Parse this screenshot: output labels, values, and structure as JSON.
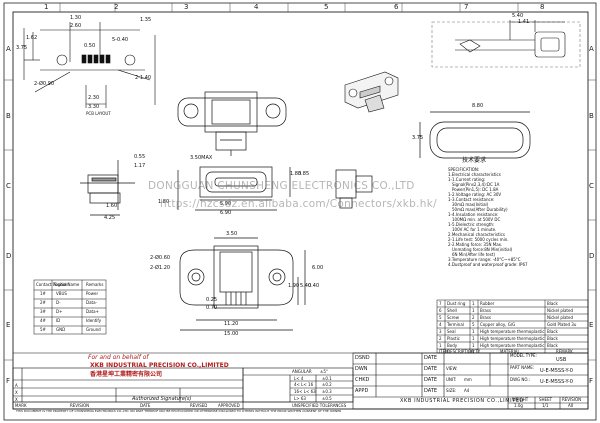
{
  "frame": {
    "columns_top": [
      "1",
      "2",
      "3",
      "4",
      "5",
      "6",
      "7",
      "8"
    ],
    "rows_left": [
      "A",
      "B",
      "C",
      "D",
      "E",
      "F"
    ]
  },
  "dims": {
    "pcb": {
      "d135": "1.35",
      "d130": "1.30",
      "d260": "2.60",
      "d162": "1.62",
      "d375": "3.75",
      "d540": "5-0.40",
      "d050": "0.50",
      "d140": "2-1.40",
      "d090": "2-Ø0.90",
      "d230": "2.30",
      "d330": "3.30",
      "label": "PCB LAYOUT"
    },
    "top_right": {
      "d540": "5.40",
      "d141": "1.41"
    },
    "right_face": {
      "d880": "8.80",
      "d375": "3.75"
    },
    "side": {
      "d055": "0.55",
      "d117": "1.17",
      "d160": "1.60",
      "d425": "4.25"
    },
    "front": {
      "d350max": "3.50MAX",
      "d180": "1.80",
      "d385": "3.85",
      "d590": "5.90",
      "d690": "6.90",
      "d180v": "1.80"
    },
    "bottom": {
      "d350": "3.50",
      "d060": "2-Ø0.60",
      "d120": "2-Ø1.20",
      "d600": "6.00",
      "d190": "1.90",
      "d540": "5.40",
      "d040": "0.40",
      "d025": "0.25",
      "d070": "0.70",
      "d1120": "11.20",
      "d1500": "15.00"
    }
  },
  "spec": {
    "title": "技术要求",
    "lines": [
      "SPECIFICATION:",
      "1.Electrical characteristics",
      "  1-1.Current rating:",
      "    Signal(Pins2,3,4):DC 1A",
      "    Power(Pin1,5): DC 1.8A",
      "  1-2.Voltage rating: AC 30V",
      "  1-3.Contact resistance:",
      "    30mΩ max(Initial)",
      "    50mΩ max(After Durability)",
      "  1-4.Insulation resistance:",
      "    100MΩ min. at 500V DC",
      "  1-5.Dielectric strength:",
      "    100V AC for 1 minute.",
      "2.Mechanical characteristics",
      "  2-1.Life test: 5000 cycles min.",
      "  2-2.Mating force: 35N Max.",
      "    Unmating force:8N Min(initial)",
      "    6N Min(After life test)",
      "3.Temperature range: -40°C~+85°C",
      "4.Dustproof and waterproof grade: IP67"
    ]
  },
  "pin_table": {
    "headers": [
      "Contact Position",
      "Signal Name",
      "Remarks"
    ],
    "rows": [
      [
        "1#",
        "VBUS",
        "Power"
      ],
      [
        "2#",
        "D-",
        "Data-"
      ],
      [
        "3#",
        "D+",
        "Data+"
      ],
      [
        "4#",
        "ID",
        "Identify"
      ],
      [
        "5#",
        "GND",
        "Ground"
      ]
    ]
  },
  "bom": {
    "rows": [
      [
        "7",
        "Dust ring",
        "1",
        "Rubber",
        "Black"
      ],
      [
        "6",
        "Shell",
        "1",
        "Brass",
        "Nickel plated"
      ],
      [
        "5",
        "Screw",
        "2",
        "Brass",
        "Nickel plated"
      ],
      [
        "4",
        "Terminal",
        "5",
        "Copper alloy, G/G",
        "Gold Plated 3u"
      ],
      [
        "3",
        "Seal",
        "1",
        "High temperature thermoplastic",
        "Black"
      ],
      [
        "2",
        "Plastic",
        "1",
        "High temperature thermoplastic",
        "Black"
      ],
      [
        "1",
        "Body",
        "1",
        "High temperature thermoplastic",
        "Black"
      ]
    ],
    "headers": [
      "ITEM",
      "DESCRIPTION",
      "Q'TY",
      "MATERIAL",
      "REMARK"
    ]
  },
  "title_block": {
    "behalf": "For and on behalf of",
    "company": "XKB INDUSTRIAL PRECISION CO.,LIMITED",
    "company_cn": "香港星坤工業精密有限公司",
    "signature": "Authorized Signature(s)",
    "angular": "ANGULAR",
    "tol_header": "UNSPECIFIED TOLERANCES",
    "tol_rows": [
      [
        "L< 4",
        "±0.1"
      ],
      [
        "4< L< 16",
        "±0.2"
      ],
      [
        "16< L< 63",
        "±0.3"
      ],
      [
        "L> 63",
        "±0.5"
      ]
    ],
    "angular_val": "±5°",
    "rev_headers": [
      "MARK",
      "REVISION",
      "DATE",
      "REVISED",
      "APPROVED"
    ],
    "rev_marks": [
      "A",
      "X",
      "X"
    ],
    "dsnd": "DSND",
    "dwn": "DWN",
    "chkd": "CHKD",
    "appd": "APPD",
    "date": "DATE",
    "model_type_label": "MODEL TYPE:",
    "model_type": "USB",
    "view_label": "VIEW:",
    "unit_label": "UNIT:",
    "unit": "mm",
    "size_label": "SIZE:",
    "size": "A4",
    "part_name_label": "PART NAME:",
    "part_name": "U-E-M5SS-Y-0",
    "dwg_label": "DWG NO.:",
    "dwg_no": "U-E-M5SS-Y-0",
    "weight_label": "WEIGHT",
    "weight": "1.0g",
    "sheet_label": "SHEET",
    "sheet": "1/1",
    "revision_label": "REVISION",
    "revision": "A0",
    "footer_company": "XKB INDUSTRIAL PRECISION CO.,LIMITED",
    "disclaimer": "THIS DOCUMENT IS THE PROPERTY OF CHUNSHENG ELECTRONICS CO.,LTD. NO PART THEREOF MAY BE PHOTOCOPIED OR OTHERWISE DISCLOSED TO OTHERS WITHOUT THE PRIOR WRITTEN CONSENT OF THE OWNER"
  },
  "watermark": {
    "line1": "DONGGUAN  CHUNSHENG ELECTRONICS CO.,LTD",
    "line2": "https://hzcsdz.en.alibaba.com/Connectors/xkb.hk/"
  }
}
